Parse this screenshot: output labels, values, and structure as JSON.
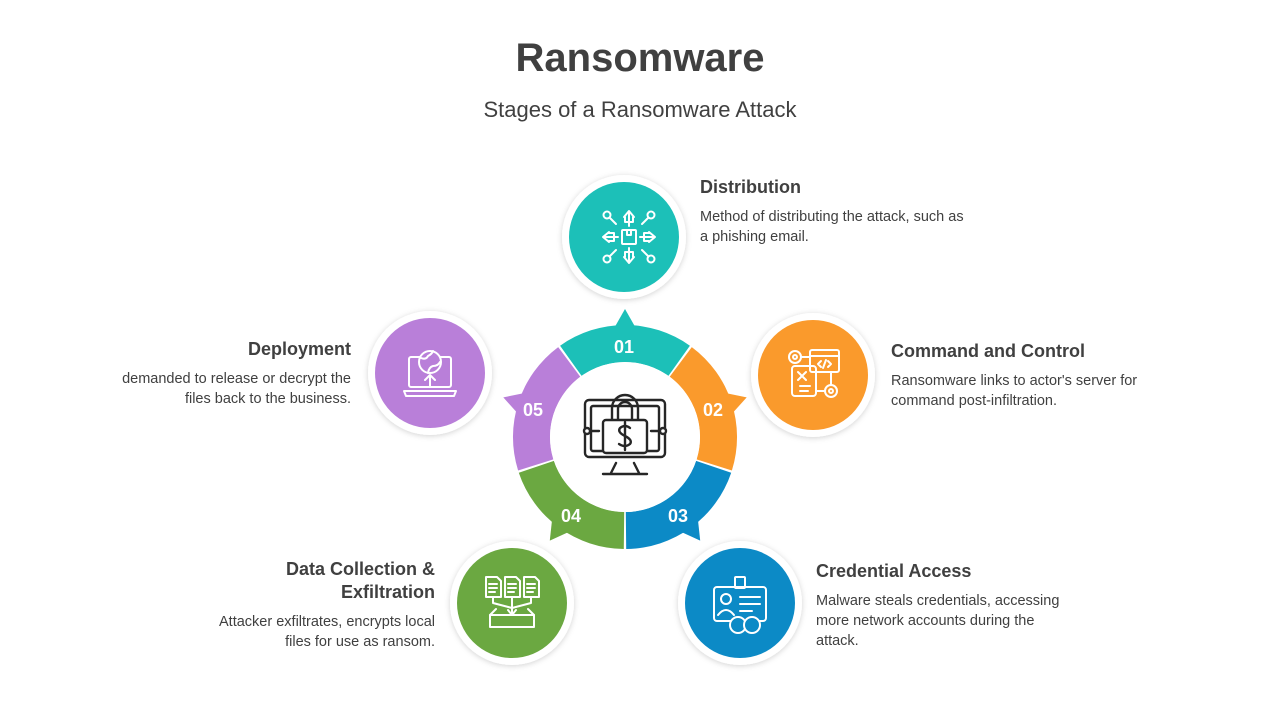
{
  "header": {
    "title": "Ransomware",
    "subtitle": "Stages of a Ransomware Attack"
  },
  "colors": {
    "teal": "#1cc0b8",
    "orange": "#fa9a2c",
    "blue": "#0c8ac6",
    "green": "#6ba841",
    "purple": "#b97fd9",
    "text": "#404040"
  },
  "center": {
    "icon": "ransom-lock-monitor-icon"
  },
  "stages": [
    {
      "number": "01",
      "title": "Distribution",
      "description": "Method of distributing the attack, such as a phishing email.",
      "icon": "distribution-arrows-icon",
      "color": "#1cc0b8"
    },
    {
      "number": "02",
      "title": "Command and Control",
      "description": "Ransomware links to actor's server for command post-infiltration.",
      "icon": "command-control-icon",
      "color": "#fa9a2c"
    },
    {
      "number": "03",
      "title": "Credential Access",
      "description": "Malware steals credentials, accessing more network accounts during the attack.",
      "icon": "id-badge-icon",
      "color": "#0c8ac6"
    },
    {
      "number": "04",
      "title": "Data Collection & Exfiltration",
      "description": "Attacker exfiltrates, encrypts local files for use as ransom.",
      "icon": "file-transfer-icon",
      "color": "#6ba841"
    },
    {
      "number": "05",
      "title": "Deployment",
      "description": "demanded to release or decrypt the files back to the business.",
      "icon": "laptop-upload-icon",
      "color": "#b97fd9"
    }
  ]
}
